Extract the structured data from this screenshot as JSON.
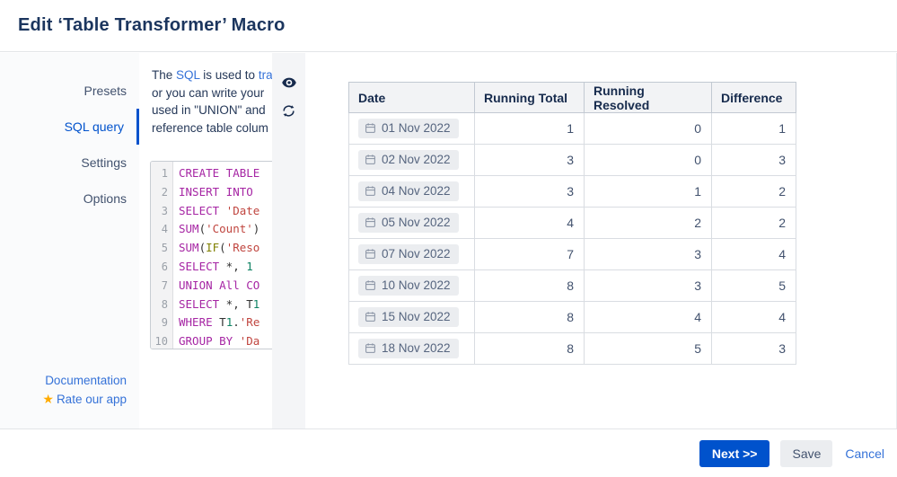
{
  "header": {
    "title": "Edit ‘Table Transformer’ Macro"
  },
  "sidebar": {
    "items": [
      {
        "label": "Presets",
        "active": false
      },
      {
        "label": "SQL query",
        "active": true
      },
      {
        "label": "Settings",
        "active": false
      },
      {
        "label": "Options",
        "active": false
      }
    ],
    "documentation_label": "Documentation",
    "rate_label": "Rate our app",
    "star_icon": "★"
  },
  "sql_panel": {
    "description_lines": [
      [
        {
          "text": "The "
        },
        {
          "text": "SQL",
          "link": true
        },
        {
          "text": " is used to "
        },
        {
          "text": "tra",
          "link": true
        }
      ],
      [
        {
          "text": "or you can write your"
        }
      ],
      [
        {
          "text": "used in \"UNION\" and"
        }
      ],
      [
        {
          "text": "reference table colum"
        }
      ]
    ],
    "editor_lines": [
      {
        "num": "1",
        "tokens": [
          {
            "t": "CREATE TABLE",
            "c": "kw"
          }
        ]
      },
      {
        "num": "2",
        "tokens": [
          {
            "t": "INSERT INTO ",
            "c": "kw"
          }
        ]
      },
      {
        "num": "3",
        "tokens": [
          {
            "t": "SELECT",
            "c": "kw"
          },
          {
            "t": " ",
            "c": "d"
          },
          {
            "t": "'Date",
            "c": "str"
          }
        ]
      },
      {
        "num": "4",
        "tokens": [
          {
            "t": "SUM",
            "c": "kw"
          },
          {
            "t": "(",
            "c": "d"
          },
          {
            "t": "'Count'",
            "c": "str"
          },
          {
            "t": ")",
            "c": "d"
          }
        ]
      },
      {
        "num": "5",
        "tokens": [
          {
            "t": "SUM",
            "c": "kw"
          },
          {
            "t": "(",
            "c": "d"
          },
          {
            "t": "IF",
            "c": "fn"
          },
          {
            "t": "(",
            "c": "d"
          },
          {
            "t": "'Reso",
            "c": "str"
          }
        ]
      },
      {
        "num": "6",
        "tokens": [
          {
            "t": "SELECT",
            "c": "kw"
          },
          {
            "t": " *, ",
            "c": "d"
          },
          {
            "t": "1",
            "c": "num"
          }
        ]
      },
      {
        "num": "7",
        "tokens": [
          {
            "t": "UNION All CO",
            "c": "kw"
          }
        ]
      },
      {
        "num": "8",
        "tokens": [
          {
            "t": "SELECT",
            "c": "kw"
          },
          {
            "t": " *, T",
            "c": "d"
          },
          {
            "t": "1",
            "c": "num"
          }
        ]
      },
      {
        "num": "9",
        "tokens": [
          {
            "t": "WHERE",
            "c": "kw"
          },
          {
            "t": " T",
            "c": "d"
          },
          {
            "t": "1",
            "c": "num"
          },
          {
            "t": ".",
            "c": "d"
          },
          {
            "t": "'Re",
            "c": "str"
          }
        ]
      },
      {
        "num": "10",
        "tokens": [
          {
            "t": "GROUP BY",
            "c": "kw"
          },
          {
            "t": " ",
            "c": "d"
          },
          {
            "t": "'Da",
            "c": "str"
          }
        ]
      }
    ]
  },
  "toolbar": {
    "icons": [
      "preview-eye",
      "refresh"
    ]
  },
  "preview_table": {
    "columns": [
      "Date",
      "Running Total",
      "Running Resolved",
      "Difference"
    ],
    "rows": [
      {
        "date": "01 Nov 2022",
        "total": "1",
        "resolved": "0",
        "difference": "1"
      },
      {
        "date": "02 Nov 2022",
        "total": "3",
        "resolved": "0",
        "difference": "3"
      },
      {
        "date": "04 Nov 2022",
        "total": "3",
        "resolved": "1",
        "difference": "2"
      },
      {
        "date": "05 Nov 2022",
        "total": "4",
        "resolved": "2",
        "difference": "2"
      },
      {
        "date": "07 Nov 2022",
        "total": "7",
        "resolved": "3",
        "difference": "4"
      },
      {
        "date": "10 Nov 2022",
        "total": "8",
        "resolved": "3",
        "difference": "5"
      },
      {
        "date": "15 Nov 2022",
        "total": "8",
        "resolved": "4",
        "difference": "4"
      },
      {
        "date": "18 Nov 2022",
        "total": "8",
        "resolved": "5",
        "difference": "3"
      }
    ]
  },
  "footer": {
    "next_label": "Next >>",
    "save_label": "Save",
    "cancel_label": "Cancel"
  },
  "colors": {
    "accent_blue": "#0052cc",
    "link_blue": "#3572d8",
    "title_navy": "#1b355e",
    "star_orange": "#ffab00",
    "header_row_bg": "#f2f3f5",
    "badge_bg": "#ebedf0"
  }
}
